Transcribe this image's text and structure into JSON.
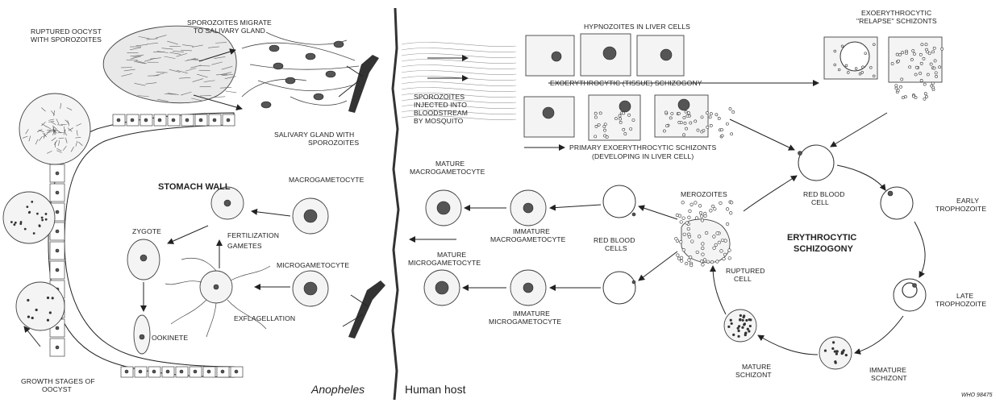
{
  "labels": {
    "ruptured_oocyst_1": "RUPTURED OOCYST",
    "ruptured_oocyst_2": "WITH SPOROZOITES",
    "sporo_migrate_1": "SPOROZOITES MIGRATE",
    "sporo_migrate_2": "TO SALIVARY GLAND",
    "salivary_1": "SALIVARY GLAND WITH",
    "salivary_2": "SPOROZOITES",
    "stomach_wall": "STOMACH WALL",
    "macrogametocyte": "MACROGAMETOCYTE",
    "fertilization": "FERTILIZATION",
    "gametes": "GAMETES",
    "zygote": "ZYGOTE",
    "microgametocyte": "MICROGAMETOCYTE",
    "ookinete": "OOKINETE",
    "exflagellation": "EXFLAGELLATION",
    "growth_1": "GROWTH STAGES OF",
    "growth_2": "OOCYST",
    "anopheles": "Anopheles",
    "human_host": "Human host",
    "injected_1": "SPOROZOITES",
    "injected_2": "INJECTED INTO",
    "injected_3": "BLOODSTREAM",
    "injected_4": "BY MOSQUITO",
    "hypnozoites": "HYPNOZOITES IN LIVER CELLS",
    "exo_tissue": "EXOERYTHROCYTIC (TISSUE) SCHIZOGONY",
    "primary_1": "PRIMARY EXOERYTHROCYTIC SCHIZONTS",
    "primary_2": "(DEVELOPING IN LIVER CELL)",
    "relapse_1": "EXOERYTHROCYTIC",
    "relapse_2": "\"RELAPSE\" SCHIZONTS",
    "mature_macro_1": "MATURE",
    "mature_macro_2": "MACROGAMETOCYTE",
    "immature_macro_1": "IMMATURE",
    "immature_macro_2": "MACROGAMETOCYTE",
    "rbc_cells_1": "RED BLOOD",
    "rbc_cells_2": "CELLS",
    "merozoites": "MEROZOITES",
    "rbc_1": "RED BLOOD",
    "rbc_2": "CELL",
    "mature_micro_1": "MATURE",
    "mature_micro_2": "MICROGAMETOCYTE",
    "immature_micro_1": "IMMATURE",
    "immature_micro_2": "MICROGAMETOCYTE",
    "ruptured_cell_1": "RUPTURED",
    "ruptured_cell_2": "CELL",
    "erythro_1": "ERYTHROCYTIC",
    "erythro_2": "SCHIZOGONY",
    "early_1": "EARLY",
    "early_2": "TROPHOZOITE",
    "late_1": "LATE",
    "late_2": "TROPHOZOITE",
    "immature_schizont_1": "IMMATURE",
    "immature_schizont_2": "SCHIZONT",
    "mature_schizont_1": "MATURE",
    "mature_schizont_2": "SCHIZONT",
    "who_ref": "WHO 98475"
  }
}
